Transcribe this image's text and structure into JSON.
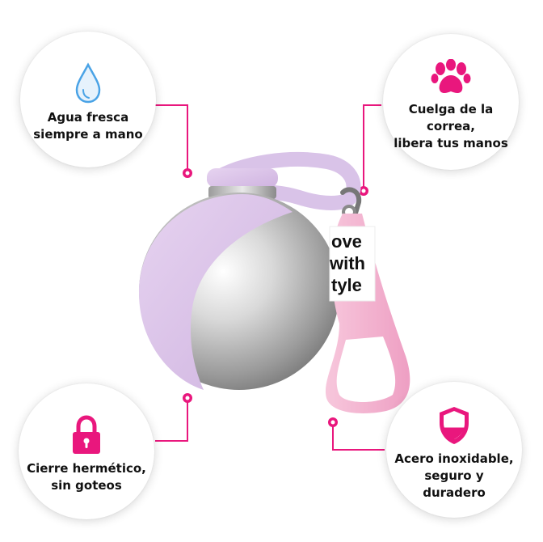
{
  "features": {
    "water": {
      "line1": "Agua fresca",
      "line2": "siempre a mano",
      "icon": "water-drop-icon"
    },
    "leash": {
      "line1": "Cuelga de la correa,",
      "line2": "libera tus manos",
      "icon": "paw-icon"
    },
    "lock": {
      "line1": "Cierre hermético,",
      "line2": "sin goteos",
      "icon": "lock-icon"
    },
    "steel": {
      "line1": "Acero inoxidable,",
      "line2": "seguro y duradero",
      "icon": "shield-icon"
    }
  },
  "product": {
    "tag": {
      "line1": "ove",
      "line2": "with",
      "line3": "tyle"
    }
  },
  "colors": {
    "accent": "#e9177d",
    "drop": "#4aa3e6",
    "lilac": "#d9c3e8",
    "rope": "#f4b6d2"
  }
}
